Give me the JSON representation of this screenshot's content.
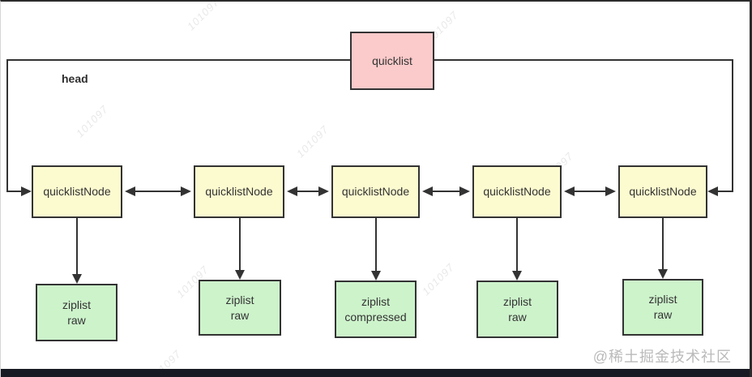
{
  "diagram": {
    "head_label": "head",
    "quicklist": {
      "label": "quicklist"
    },
    "nodes": [
      {
        "label": "quicklistNode"
      },
      {
        "label": "quicklistNode"
      },
      {
        "label": "quicklistNode"
      },
      {
        "label": "quicklistNode"
      },
      {
        "label": "quicklistNode"
      }
    ],
    "ziplists": [
      {
        "line1": "ziplist",
        "line2": "raw"
      },
      {
        "line1": "ziplist",
        "line2": "raw"
      },
      {
        "line1": "ziplist",
        "line2": "compressed"
      },
      {
        "line1": "ziplist",
        "line2": "raw"
      },
      {
        "line1": "ziplist",
        "line2": "raw"
      }
    ],
    "watermark_text": "101097",
    "credit_text": "@稀土掘金技术社区",
    "colors": {
      "quicklist_fill": "#fbcaca",
      "node_fill": "#fcfacf",
      "ziplist_fill": "#cdf3cb",
      "line_color": "#333333",
      "border_color": "#333333",
      "bottom_bar": "#181a23",
      "watermark_color": "#e9e9e9",
      "credit_color": "#bababa"
    }
  }
}
